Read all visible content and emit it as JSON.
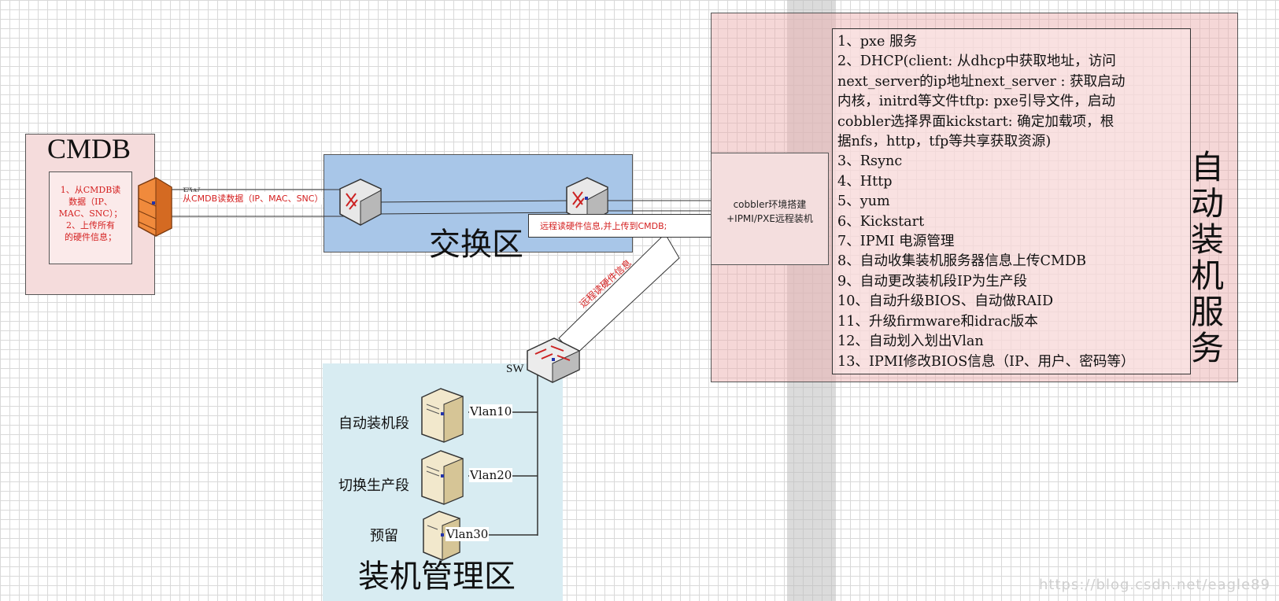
{
  "cmdb": {
    "title": "CMDB",
    "note_lines": [
      "1、从CMDB读",
      "数据（IP、",
      "MAC、SNC）；",
      "2、上传所有",
      "的硬件信息；"
    ]
  },
  "firewall": {
    "label": "FW"
  },
  "links": {
    "cmdb_read": "从CMDB读数据（IP、MAC、SNC）",
    "remote_read_upload": "远程读硬件信息,并上传到CMDB;",
    "remote_read": "远程读硬件信息"
  },
  "exchange_zone": {
    "label": "交换区"
  },
  "switch": {
    "label": "SW"
  },
  "cobbler": {
    "line1": "cobbler环境搭建",
    "line2": "+IPMI/PXE远程装机"
  },
  "auto_service": {
    "label": "自动装机服务",
    "items": [
      "1、pxe 服务",
      "2、DHCP(client: 从dhcp中获取地址，访问",
      "next_server的ip地址next_server : 获取启动",
      "内核，initrd等文件tftp: pxe引导文件，启动",
      "cobbler选择界面kickstart: 确定加载项，根",
      "据nfs，http，tfp等共享获取资源)",
      "3、Rsync",
      "4、Http",
      "5、yum",
      "6、Kickstart",
      "7、IPMI 电源管理",
      "8、自动收集装机服务器信息上传CMDB",
      "9、自动更改装机段IP为生产段",
      "10、自动升级BIOS、自动做RAID",
      "11、升级firmware和idrac版本",
      "12、自动划入划出Vlan",
      "13、IPMI修改BIOS信息（IP、用户、密码等）"
    ]
  },
  "mgmt_zone": {
    "label": "装机管理区",
    "segments": [
      {
        "name": "自动装机段",
        "vlan": "Vlan10"
      },
      {
        "name": "切换生产段",
        "vlan": "Vlan20"
      },
      {
        "name": "预留",
        "vlan": "Vlan30"
      }
    ]
  },
  "watermark": "https://blog.csdn.net/eagle89",
  "colors": {
    "cmdb_fill": "#f5dcdc",
    "exchange_fill": "#a8c6e8",
    "mgmt_fill": "#d8ecf2",
    "auto_fill": "#ecb0b0",
    "annotation_red": "#d42020",
    "firewall_orange": "#f08a3c"
  },
  "icons": [
    "firewall-icon",
    "router-icon",
    "switch-icon",
    "server-icon"
  ]
}
